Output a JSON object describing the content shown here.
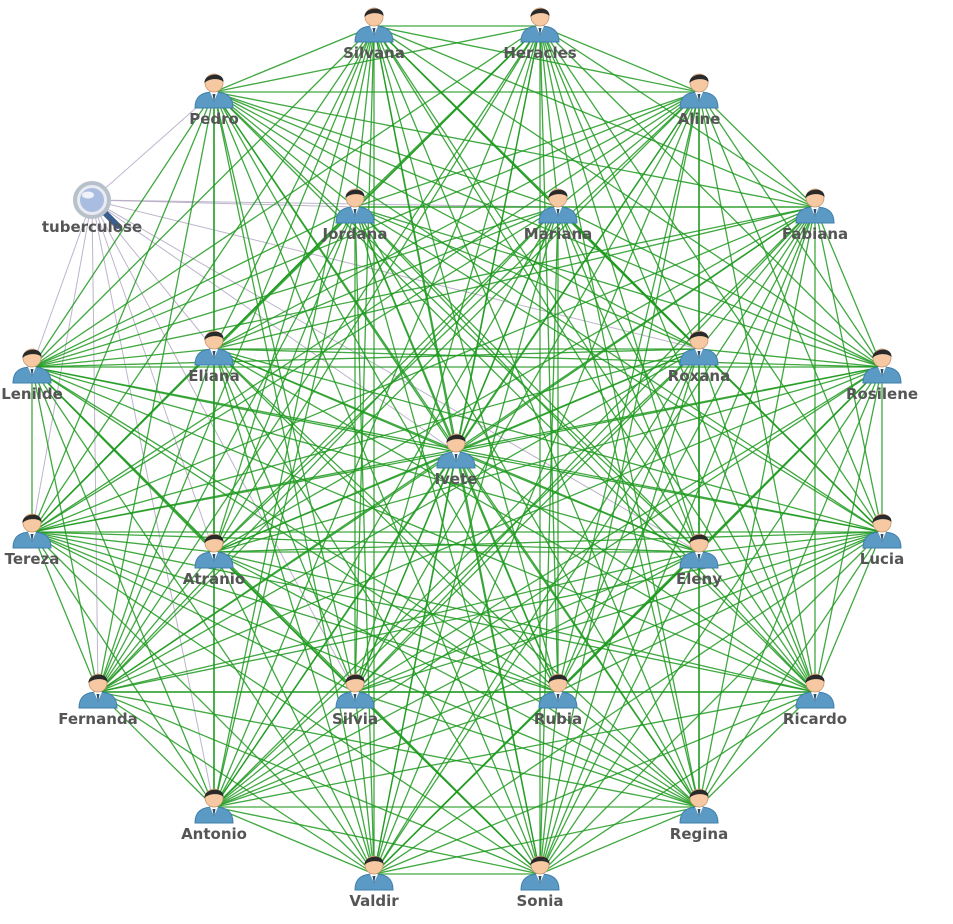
{
  "graph": {
    "center": "Ivete",
    "topic": "tuberculose",
    "nodes": [
      "Silvana",
      "Heracles",
      "Aline",
      "Fabiana",
      "Rosilene",
      "Lucia",
      "Ricardo",
      "Regina",
      "Sonia",
      "Valdir",
      "Antonio",
      "Fernanda",
      "Tereza",
      "Lenilde",
      "Pedro",
      "Jordana",
      "Mariana",
      "Roxana",
      "Eleny",
      "Rubia",
      "Silvia",
      "Atranio",
      "Eliana",
      "Ivete"
    ],
    "topic_links": [
      "Pedro",
      "Lenilde",
      "Tereza",
      "Fernanda",
      "Antonio",
      "Eliana",
      "Jordana",
      "Atranio",
      "Silvia",
      "Ivete",
      "Mariana",
      "Roxana",
      "Eleny"
    ],
    "colors": {
      "link": "#1f9a1f",
      "topic_link": "#b7acc6",
      "label": "#555555",
      "person_body": "#5b9ac4",
      "person_hair": "#2a2a2a",
      "person_skin": "#f6c9a3"
    },
    "icons": {
      "person": "person-icon",
      "topic": "magnifier-icon"
    }
  }
}
